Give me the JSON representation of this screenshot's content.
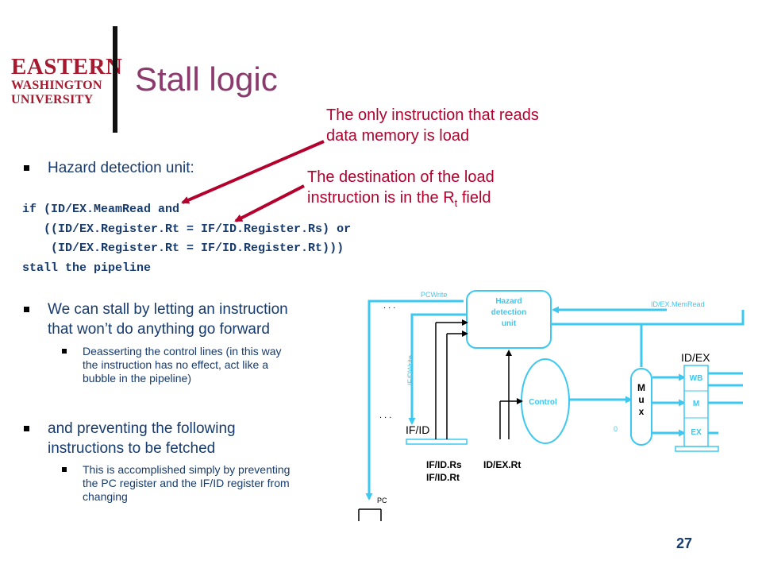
{
  "logo": {
    "line1": "EASTERN",
    "line2": "WASHINGTON",
    "line3": "UNIVERSITY"
  },
  "title": "Stall logic",
  "annotation1": {
    "line1": "The only instruction that reads",
    "line2": "data memory is load"
  },
  "annotation2": {
    "line1": "The destination of the load",
    "line2_pre": "instruction is in the R",
    "line2_sub": "t",
    "line2_post": " field"
  },
  "bullet1": "Hazard detection unit:",
  "code": [
    "if (ID/EX.MeamRead and",
    "   ((ID/EX.Register.Rt = IF/ID.Register.Rs) or",
    "    (ID/EX.Register.Rt = IF/ID.Register.Rt)))",
    "stall the pipeline"
  ],
  "bullet2": {
    "line1": "We can stall by letting an instruction",
    "line2": "that won’t do anything go forward"
  },
  "sub1": {
    "line1": "Deasserting the control lines (in this way",
    "line2": "the instruction has no effect, act like a",
    "line3": "bubble in the pipeline)"
  },
  "bullet3": {
    "line1": "and preventing the following",
    "line2": "instructions to be fetched"
  },
  "sub2": {
    "line1": "This is accomplished simply by preventing",
    "line2": "the PC register and the IF/ID register from",
    "line3": "changing"
  },
  "diagram": {
    "pcwrite": "PCWrite",
    "hazard1": "Hazard",
    "hazard2": "detection",
    "hazard3": "unit",
    "idexmemread": "ID/EX.MemRead",
    "ifdwrite": "IF/DWrite",
    "idex": "ID/EX",
    "wb": "WB",
    "m": "M",
    "ex": "EX",
    "control": "Control",
    "mux1": "M",
    "mux2": "u",
    "mux3": "x",
    "zero": "0",
    "ifid": "IF/ID",
    "ifidrs": "IF/ID.Rs",
    "ifidrt": "IF/ID.Rt",
    "idexrt": "ID/EX.Rt",
    "pc": "PC",
    "dots": ". . ."
  },
  "page_number": "27",
  "colors": {
    "title": "#8c3a6e",
    "annotation": "#b3002d",
    "body": "#173b6e",
    "diagram": "#3cc8f0",
    "logo": "#a6192e"
  }
}
